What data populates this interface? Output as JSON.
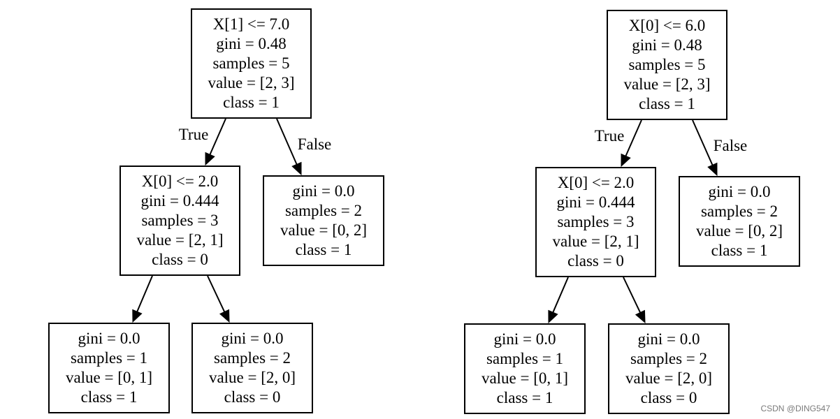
{
  "trees": [
    {
      "nodes": [
        {
          "id": "root",
          "lines": [
            "X[1] <= 7.0",
            "gini = 0.48",
            "samples = 5",
            "value = [2, 3]",
            "class = 1"
          ]
        },
        {
          "id": "left",
          "lines": [
            "X[0] <= 2.0",
            "gini = 0.444",
            "samples = 3",
            "value = [2, 1]",
            "class = 0"
          ]
        },
        {
          "id": "right",
          "lines": [
            "gini = 0.0",
            "samples = 2",
            "value = [0, 2]",
            "class = 1"
          ]
        },
        {
          "id": "left_left",
          "lines": [
            "gini = 0.0",
            "samples = 1",
            "value = [0, 1]",
            "class = 1"
          ]
        },
        {
          "id": "left_right",
          "lines": [
            "gini = 0.0",
            "samples = 2",
            "value = [2, 0]",
            "class = 0"
          ]
        }
      ],
      "edges": [
        {
          "from": "root",
          "to": "left",
          "label": "True"
        },
        {
          "from": "root",
          "to": "right",
          "label": "False"
        },
        {
          "from": "left",
          "to": "left_left",
          "label": ""
        },
        {
          "from": "left",
          "to": "left_right",
          "label": ""
        }
      ]
    },
    {
      "nodes": [
        {
          "id": "root",
          "lines": [
            "X[0] <= 6.0",
            "gini = 0.48",
            "samples = 5",
            "value = [2, 3]",
            "class = 1"
          ]
        },
        {
          "id": "left",
          "lines": [
            "X[0] <= 2.0",
            "gini = 0.444",
            "samples = 3",
            "value = [2, 1]",
            "class = 0"
          ]
        },
        {
          "id": "right",
          "lines": [
            "gini = 0.0",
            "samples = 2",
            "value = [0, 2]",
            "class = 1"
          ]
        },
        {
          "id": "left_left",
          "lines": [
            "gini = 0.0",
            "samples = 1",
            "value = [0, 1]",
            "class = 1"
          ]
        },
        {
          "id": "left_right",
          "lines": [
            "gini = 0.0",
            "samples = 2",
            "value = [2, 0]",
            "class = 0"
          ]
        }
      ],
      "edges": [
        {
          "from": "root",
          "to": "left",
          "label": "True"
        },
        {
          "from": "root",
          "to": "right",
          "label": "False"
        },
        {
          "from": "left",
          "to": "left_left",
          "label": ""
        },
        {
          "from": "left",
          "to": "left_right",
          "label": ""
        }
      ]
    }
  ],
  "watermark": "CSDN @DING547"
}
